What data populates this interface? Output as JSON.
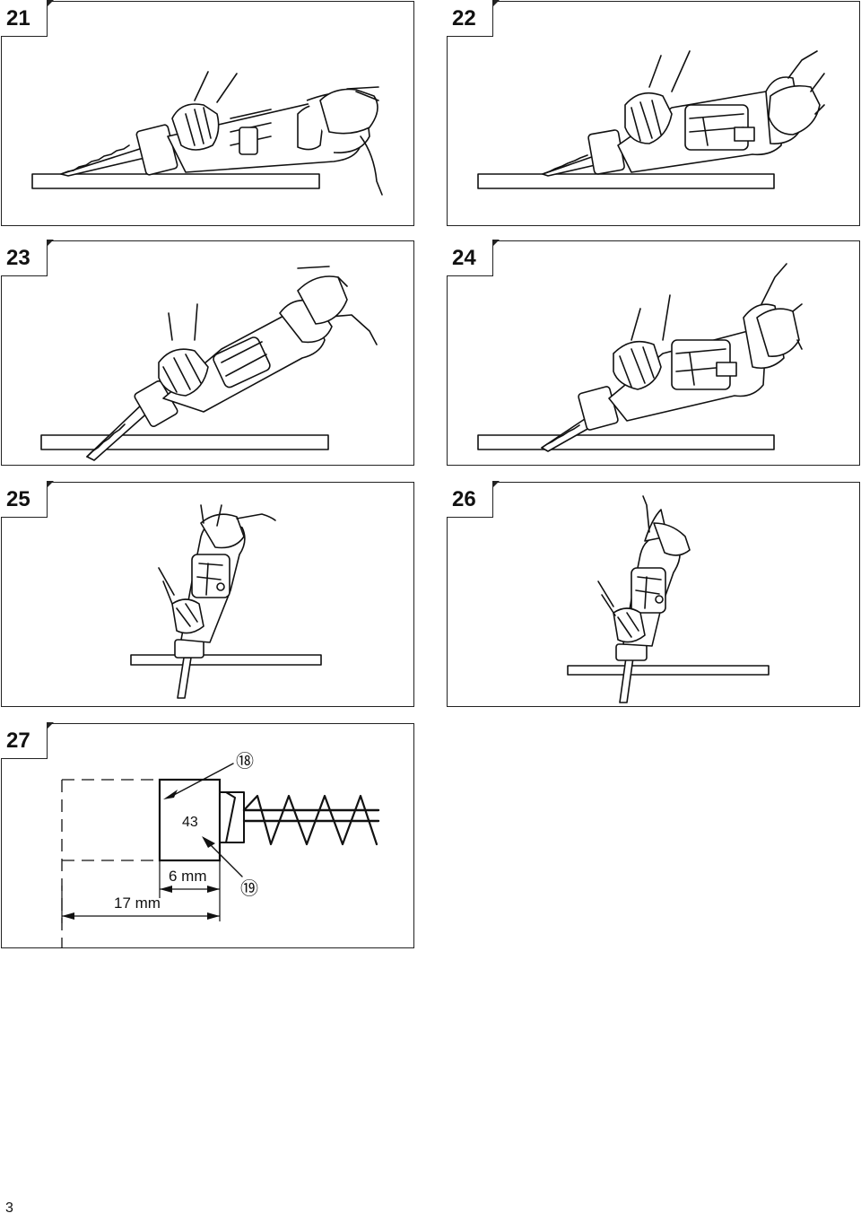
{
  "figures": [
    {
      "number": "21"
    },
    {
      "number": "22"
    },
    {
      "number": "23"
    },
    {
      "number": "24"
    },
    {
      "number": "25"
    },
    {
      "number": "26"
    },
    {
      "number": "27"
    }
  ],
  "figure27": {
    "callout_a": "⑱",
    "callout_b": "⑲",
    "part_label": "43",
    "dim_short": "6 mm",
    "dim_long": "17 mm"
  },
  "page_number": "3"
}
